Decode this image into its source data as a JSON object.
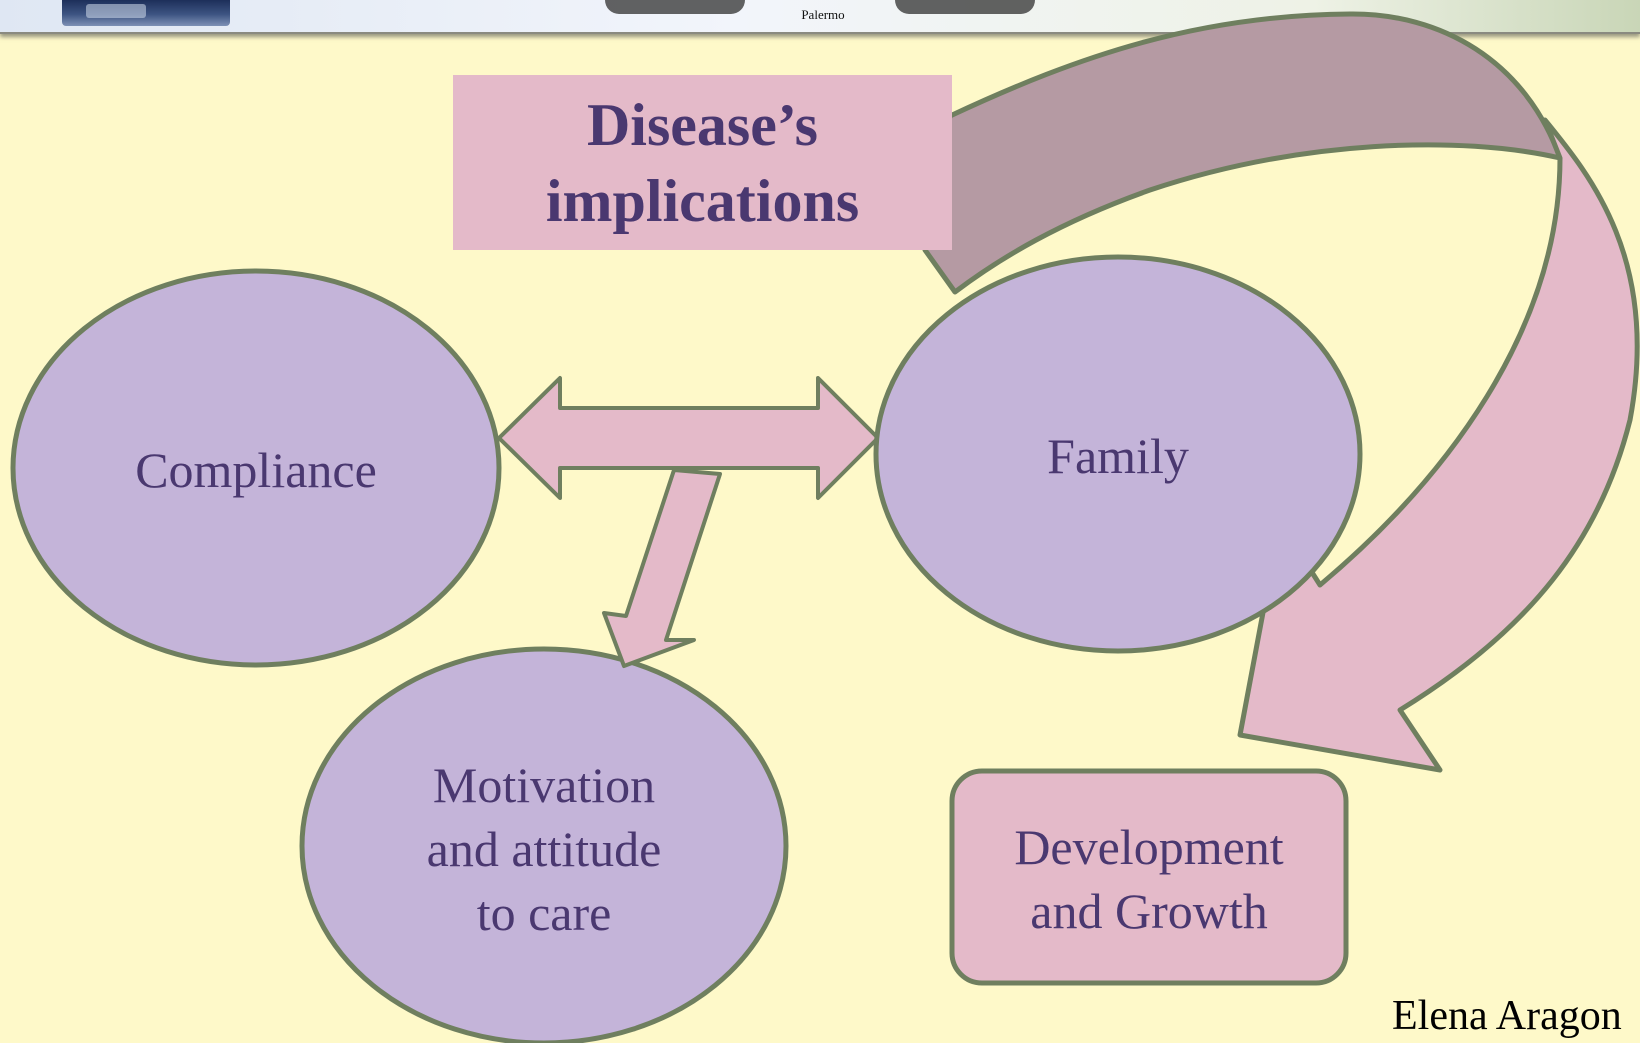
{
  "header": {
    "place": "Palermo"
  },
  "diagram": {
    "title": "Disease’s implications",
    "nodes": {
      "compliance": "Compliance",
      "family": "Family",
      "motivation": [
        "Motivation",
        "and attitude",
        "to care"
      ],
      "development": [
        "Development",
        "and Growth"
      ]
    }
  },
  "footer": {
    "author": "Elena Aragon"
  },
  "colors": {
    "background": "#fef9c9",
    "ellipse_fill": "#c4b4d9",
    "box_fill": "#e4bac9",
    "outline": "#6f7f5f",
    "text": "#4a3870",
    "arrow_shadow": "#b59aa3"
  }
}
